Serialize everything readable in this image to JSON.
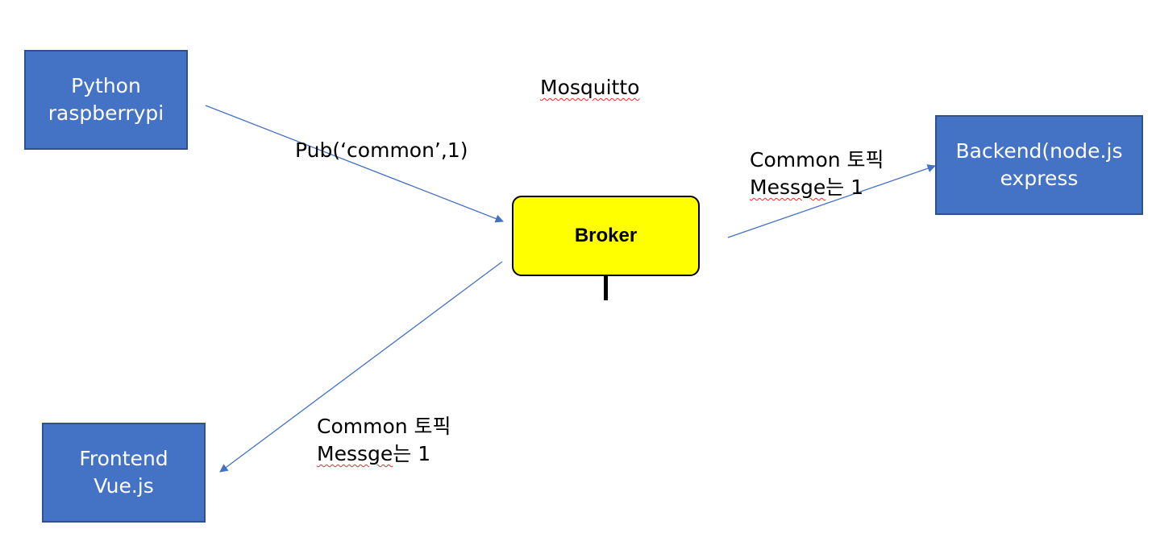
{
  "nodes": {
    "python": {
      "line1": "Python",
      "line2": "raspberrypi"
    },
    "backend": {
      "line1": "Backend(node.js",
      "line2": "express"
    },
    "frontend": {
      "line1": "Frontend",
      "line2": "Vue.js"
    },
    "broker": {
      "label": "Broker"
    }
  },
  "labels": {
    "mosquitto": "Mosquitto",
    "pub": "Pub(‘common’,1)",
    "right": {
      "line1": "Common 토픽",
      "line2_prefix": "Messge",
      "line2_suffix": "는 1"
    },
    "bottom": {
      "line1": "Common 토픽",
      "line2_prefix": "Messge",
      "line2_suffix": "는 1"
    }
  },
  "colors": {
    "node_fill": "#4472c4",
    "node_border": "#2f528f",
    "broker_fill": "#ffff00",
    "arrow": "#4472c4",
    "spellcheck": "#e0302a"
  }
}
